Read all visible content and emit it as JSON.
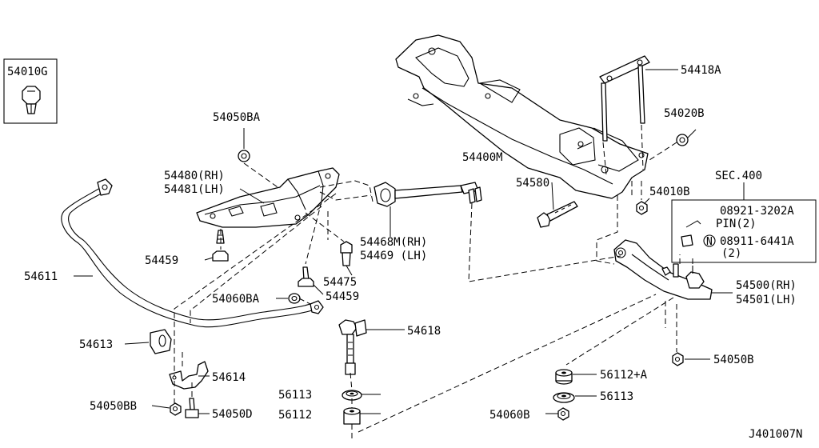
{
  "diagram_code": "J401007N",
  "labels": {
    "l_54010G": "54010G",
    "l_54050BA": "54050BA",
    "l_54480": "54480(RH)",
    "l_54481": "54481(LH)",
    "l_54459a": "54459",
    "l_54611": "54611",
    "l_54475": "54475",
    "l_54459b": "54459",
    "l_54060BA": "54060BA",
    "l_54613": "54613",
    "l_54614": "54614",
    "l_54050BB": "54050BB",
    "l_54050D": "54050D",
    "l_54468M": "54468M(RH)",
    "l_54469": "54469 (LH)",
    "l_54618": "54618",
    "l_56113a": "56113",
    "l_56112": "56112",
    "l_54400M": "54400M",
    "l_54418A": "54418A",
    "l_54020B": "54020B",
    "l_54580": "54580",
    "l_54010B": "54010B",
    "l_SEC400": "SEC.400",
    "l_08921": "08921-3202A",
    "l_PIN": "PIN(2)",
    "l_N": "N",
    "l_08911": "08911-6441A",
    "l_q2": "(2)",
    "l_54500": "54500(RH)",
    "l_54501": "54501(LH)",
    "l_54050B": "54050B",
    "l_56112A": "56112+A",
    "l_56113b": "56113",
    "l_54060B": "54060B"
  }
}
